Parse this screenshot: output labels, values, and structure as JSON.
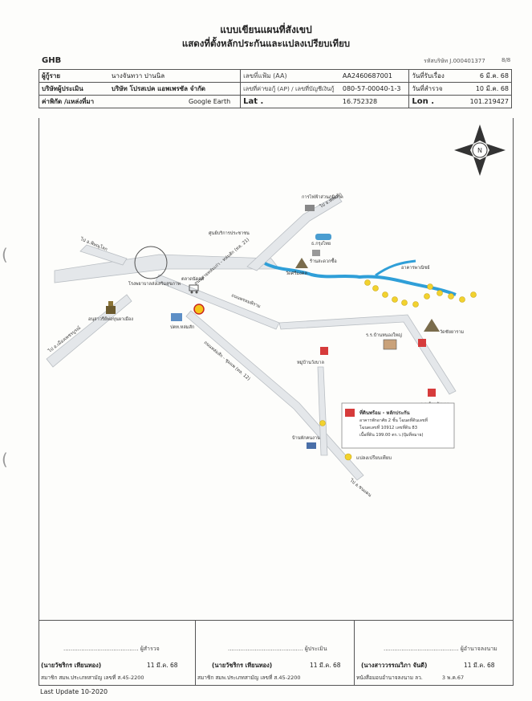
{
  "header": {
    "title_line1": "แบบเขียนแผนที่สังเขป",
    "title_line2": "แสดงที่ตั้งหลักประกันและแปลงเปรียบเทียบ",
    "brand": "GHB",
    "doc_id": "รหัสบริษัท J.000401377",
    "page": "8/8"
  },
  "info": {
    "row1": {
      "label": "ผู้กู้ราย",
      "value": "นางจันทวา ปานนิล",
      "label2": "เลขที่แฟ้ม (AA)",
      "value2": "AA2460687001",
      "label3": "วันที่รับเรื่อง",
      "value3": "6 มี.ค. 68"
    },
    "row2": {
      "label": "บริษัทผู้ประเมิน",
      "value": "บริษัท โปรสเปค แอพเพรซัล จำกัด",
      "label2": "เลขที่ค่าขอกู้ (AP) / เลขที่บัญชีเงินกู้",
      "value2": "080-57-00040-1-3",
      "label3": "วันที่สำรวจ",
      "value3": "10 มี.ค. 68"
    },
    "row3": {
      "label": "ค่าพิกัด /แหล่งที่มา",
      "value": "Google Earth",
      "label2": "Lat .",
      "value2": "16.752328",
      "label3": "Lon .",
      "value3": "101.219427"
    }
  },
  "map": {
    "north": "N",
    "labels": {
      "to_phitsanulok": "ไป อ.พิษณุโลก",
      "to_phetchabun": "ไป อ.เมืองเพชรบูรณ์",
      "to_nongphai": "ไป อ.หล่มสัก",
      "to_chonnaen": "ไป อ.ชนแดน",
      "hospital": "โรงพยาบาลส่งเสริมสุขภาพ",
      "monument": "อนุสาวรีย์พ่อขุนผาเมือง",
      "market": "ตลาดนัดสด",
      "ptt": "ปตท.หล่มสัก",
      "road_main": "ถนนสายหล่มเก่า - หล่มสัก (ทล. 21)",
      "road_school": "ถนนพรหมพิราม",
      "road_12": "ถนนหล่มสัก - ชุมแพ (ทล. 12)",
      "electric": "การไฟฟ้าส่วนภูมิภาค",
      "school_center": "ศูนย์บริการประชาชน",
      "bank": "ธ.กรุงไทย",
      "store": "ร้านสะดวกซื้อ",
      "temple_left": "วัดศรีมงคล",
      "school": "ร.ร.บ้านหนองใหญ่",
      "temple_right": "วัดชัยยาราม",
      "village": "หมู่บ้านวังบาล",
      "housing": "อาคารพาณิชย์",
      "school2": "ร.ร.บ้านวังบาล",
      "office": "บ้านพักคนงาน"
    },
    "legend_collateral_title": "ที่ดินพร้อม - หลักประกัน",
    "legend_collateral_l2": "อาคารพักอาศัย 2 ชั้น โฉนดที่ดินเลขที่",
    "legend_collateral_l3": "โฉนดเลขที่ 10912 เลขที่ดิน 83",
    "legend_collateral_l4": "เนื้อที่ดิน 199.00 ตร.ว.(ปุ้มที่หมาย)",
    "legend_comparable": "แปลงเปรียบเทียบ"
  },
  "signatures": [
    {
      "role": "ผู้สำรวจ",
      "name": "(นายวัชริกร เทียนทอง)",
      "date": "11 มี.ค. 68",
      "sub": "สมาชิก สมพ.ประเภทสามัญ เลขที่ ส.45-2200"
    },
    {
      "role": "ผู้ประเมิน",
      "name": "(นายวัชริกร เทียนทอง)",
      "date": "11 มี.ค. 68",
      "sub": "สมาชิก สมพ.ประเภทสามัญ เลขที่ ส.45-2200"
    },
    {
      "role": "ผู้อำนาจลงนาม",
      "name": "(นางสาววรรณวิภา จันดี)",
      "date": "11 มี.ค. 68",
      "sub": "หนังสือมอบอำนาจลงนาม ลว.",
      "sub_date": "3 พ.ค.67"
    }
  ],
  "footer": {
    "update": "Last Update 10-2020"
  },
  "colors": {
    "river": "#2f9fd8",
    "road": "#e3e6e8",
    "collateral": "#d63b3b",
    "comparable": "#f2d22e"
  }
}
